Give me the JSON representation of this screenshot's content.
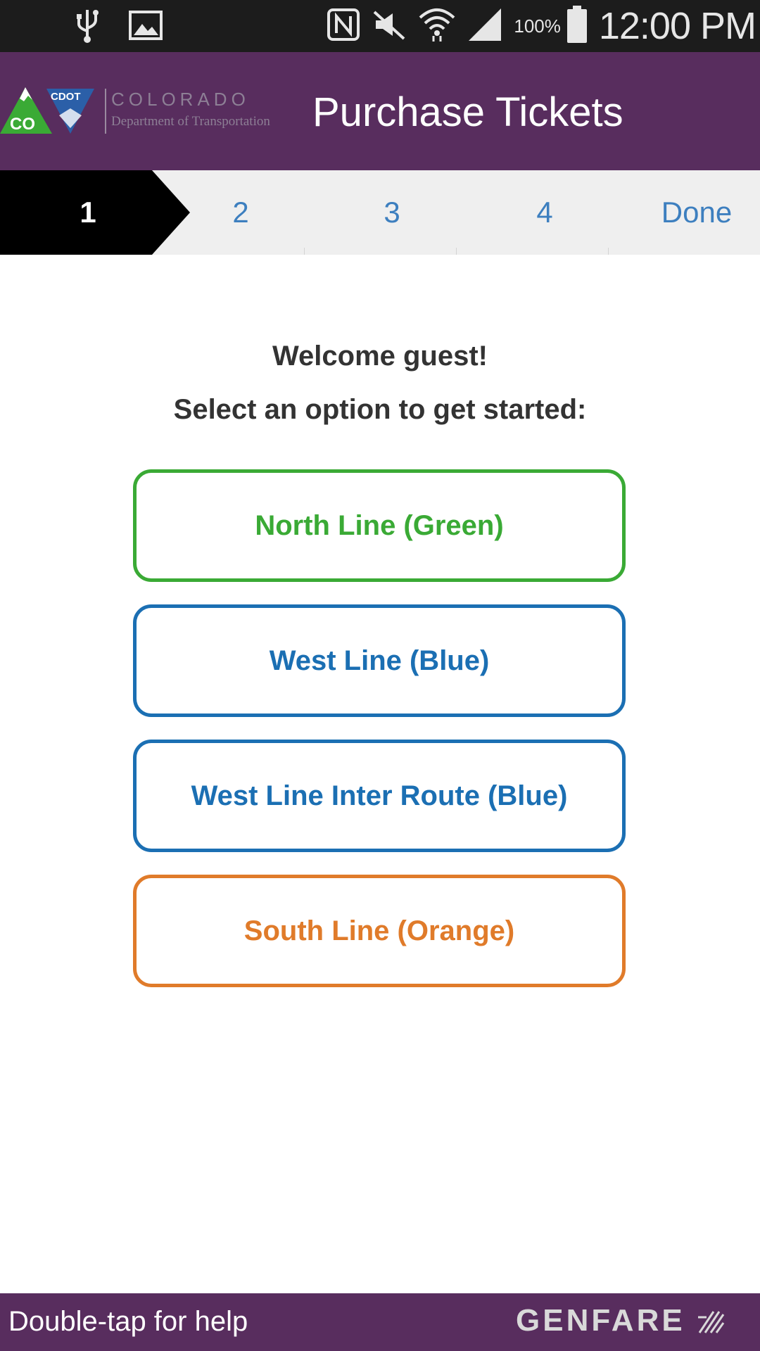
{
  "status_bar": {
    "icons": [
      "usb-icon",
      "image-icon",
      "nfc-icon",
      "mute-icon",
      "wifi-icon",
      "signal-icon",
      "battery-icon"
    ],
    "battery": "100%",
    "time": "12:00 PM"
  },
  "header": {
    "logo_co": "CO",
    "logo_cdot": "CDOT",
    "logo_state": "COLORADO",
    "logo_dept": "Department of Transportation",
    "title": "Purchase Tickets"
  },
  "stepper": {
    "steps": [
      {
        "label": "1",
        "active": true
      },
      {
        "label": "2",
        "active": false
      },
      {
        "label": "3",
        "active": false
      },
      {
        "label": "4",
        "active": false
      },
      {
        "label": "Done",
        "active": false
      }
    ]
  },
  "main": {
    "welcome": "Welcome guest!",
    "prompt": "Select an option to get started:",
    "options": [
      {
        "label": "North Line (Green)",
        "color": "#3aaa35"
      },
      {
        "label": "West Line (Blue)",
        "color": "#1b6fb3"
      },
      {
        "label": "West Line Inter Route (Blue)",
        "color": "#1b6fb3"
      },
      {
        "label": "South Line (Orange)",
        "color": "#e07b2a"
      }
    ]
  },
  "footer": {
    "help": "Double-tap for help",
    "brand": "GENFARE"
  },
  "colors": {
    "header_bg": "#582d5e",
    "status_bg": "#1c1c1c",
    "step_active": "#000000",
    "step_text": "#3d7fbf"
  }
}
